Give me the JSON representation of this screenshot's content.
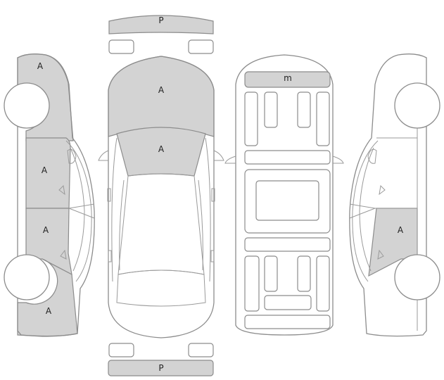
{
  "colors": {
    "damaged_fill": "#d3d3d3",
    "outline": "#8c8c8c",
    "background": "#ffffff"
  },
  "left_side": {
    "front_fender": "A",
    "front_door": "A",
    "rear_door": "A",
    "rear_quarter": "A"
  },
  "top_view": {
    "front_bumper": "P",
    "hood": "A",
    "windshield": "A",
    "rear_bumper": "P"
  },
  "underside": {
    "front_member": "m"
  },
  "right_side": {
    "rear_door": "A"
  }
}
